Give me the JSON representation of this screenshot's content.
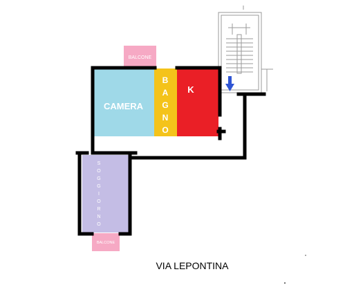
{
  "rooms": {
    "camera": "CAMERA",
    "bagno": [
      "B",
      "A",
      "G",
      "N",
      "O"
    ],
    "kitchen": "K",
    "soggiorno": [
      "S",
      "O",
      "G",
      "G",
      "I",
      "O",
      "R",
      "N",
      "O"
    ]
  },
  "balconies": {
    "top": "BALCONE",
    "bottom": "BALCONE"
  },
  "street": "VIA LEPONTINA",
  "colors": {
    "camera": "#9fd9e8",
    "bagno": "#f4c31a",
    "kitchen": "#ea1f26",
    "soggiorno": "#c4bde5",
    "balcone": "#f6a9c4",
    "wall": "#000000",
    "entrance_arrow": "#2f55d4"
  },
  "icons": {
    "entrance": "arrow-down-icon",
    "stairs": "staircase-icon"
  }
}
